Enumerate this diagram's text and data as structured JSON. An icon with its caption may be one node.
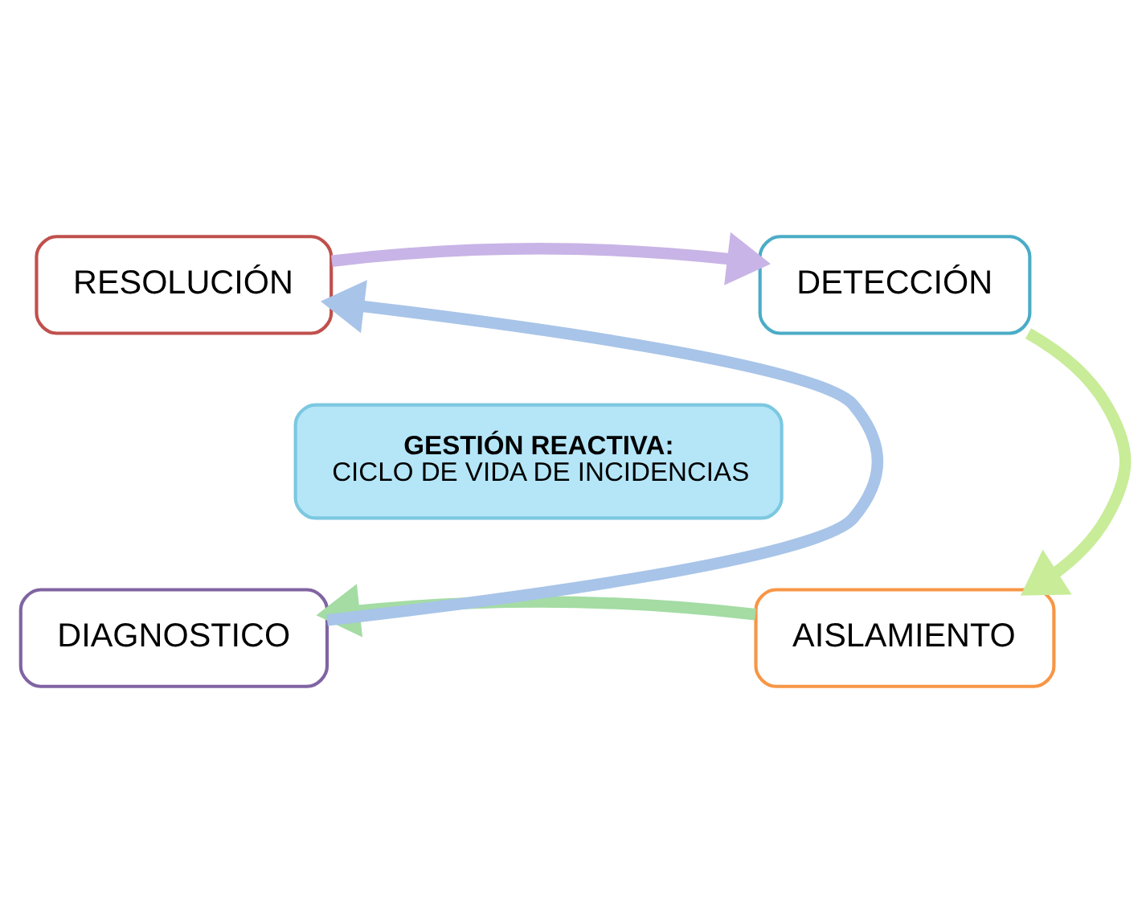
{
  "diagram": {
    "nodes": [
      {
        "text": [
          "RESOLUCIÓN"
        ]
      },
      {
        "text": [
          "DETECCIÓN"
        ]
      },
      {
        "text": [
          "AISLAMIENTO"
        ]
      },
      {
        "text": [
          "DIAGNOSTICO"
        ]
      },
      {
        "text": [
          "GESTIÓN REACTIVA:",
          "CICLO DE VIDA DE INCIDENCIAS"
        ]
      }
    ],
    "edges": [
      {
        "from": 0,
        "to": 1,
        "arrow": "to",
        "color": "#c8b4e6"
      },
      {
        "from": 1,
        "to": 2,
        "arrow": "to",
        "color": "#c8ec98"
      },
      {
        "from": 2,
        "to": 3,
        "arrow": "to",
        "color": "#a4dca4"
      },
      {
        "from": 3,
        "to": 0,
        "arrow": "to",
        "color": "#a8c4e8"
      }
    ]
  }
}
